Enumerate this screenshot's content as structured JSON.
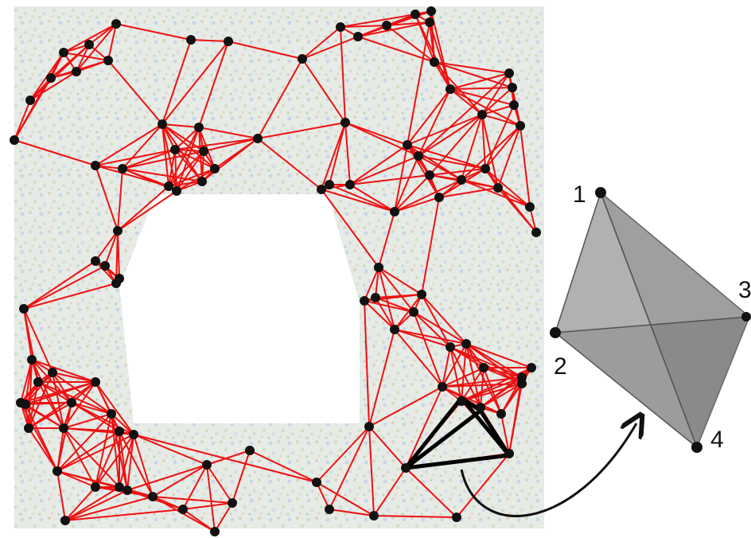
{
  "figure": {
    "colors": {
      "edge": "#ee1111",
      "node": "#111111",
      "highlight": "#000000",
      "hole": "#ffffff",
      "tetra_face_light": "#b4b4b4",
      "tetra_face_dark": "#8e8e8e",
      "tetra_edge": "#5a5a5a"
    },
    "tetrahedron": {
      "vertex_labels": [
        "1",
        "2",
        "3",
        "4"
      ]
    },
    "arrow": {
      "icon": "curved-arrow"
    }
  }
}
